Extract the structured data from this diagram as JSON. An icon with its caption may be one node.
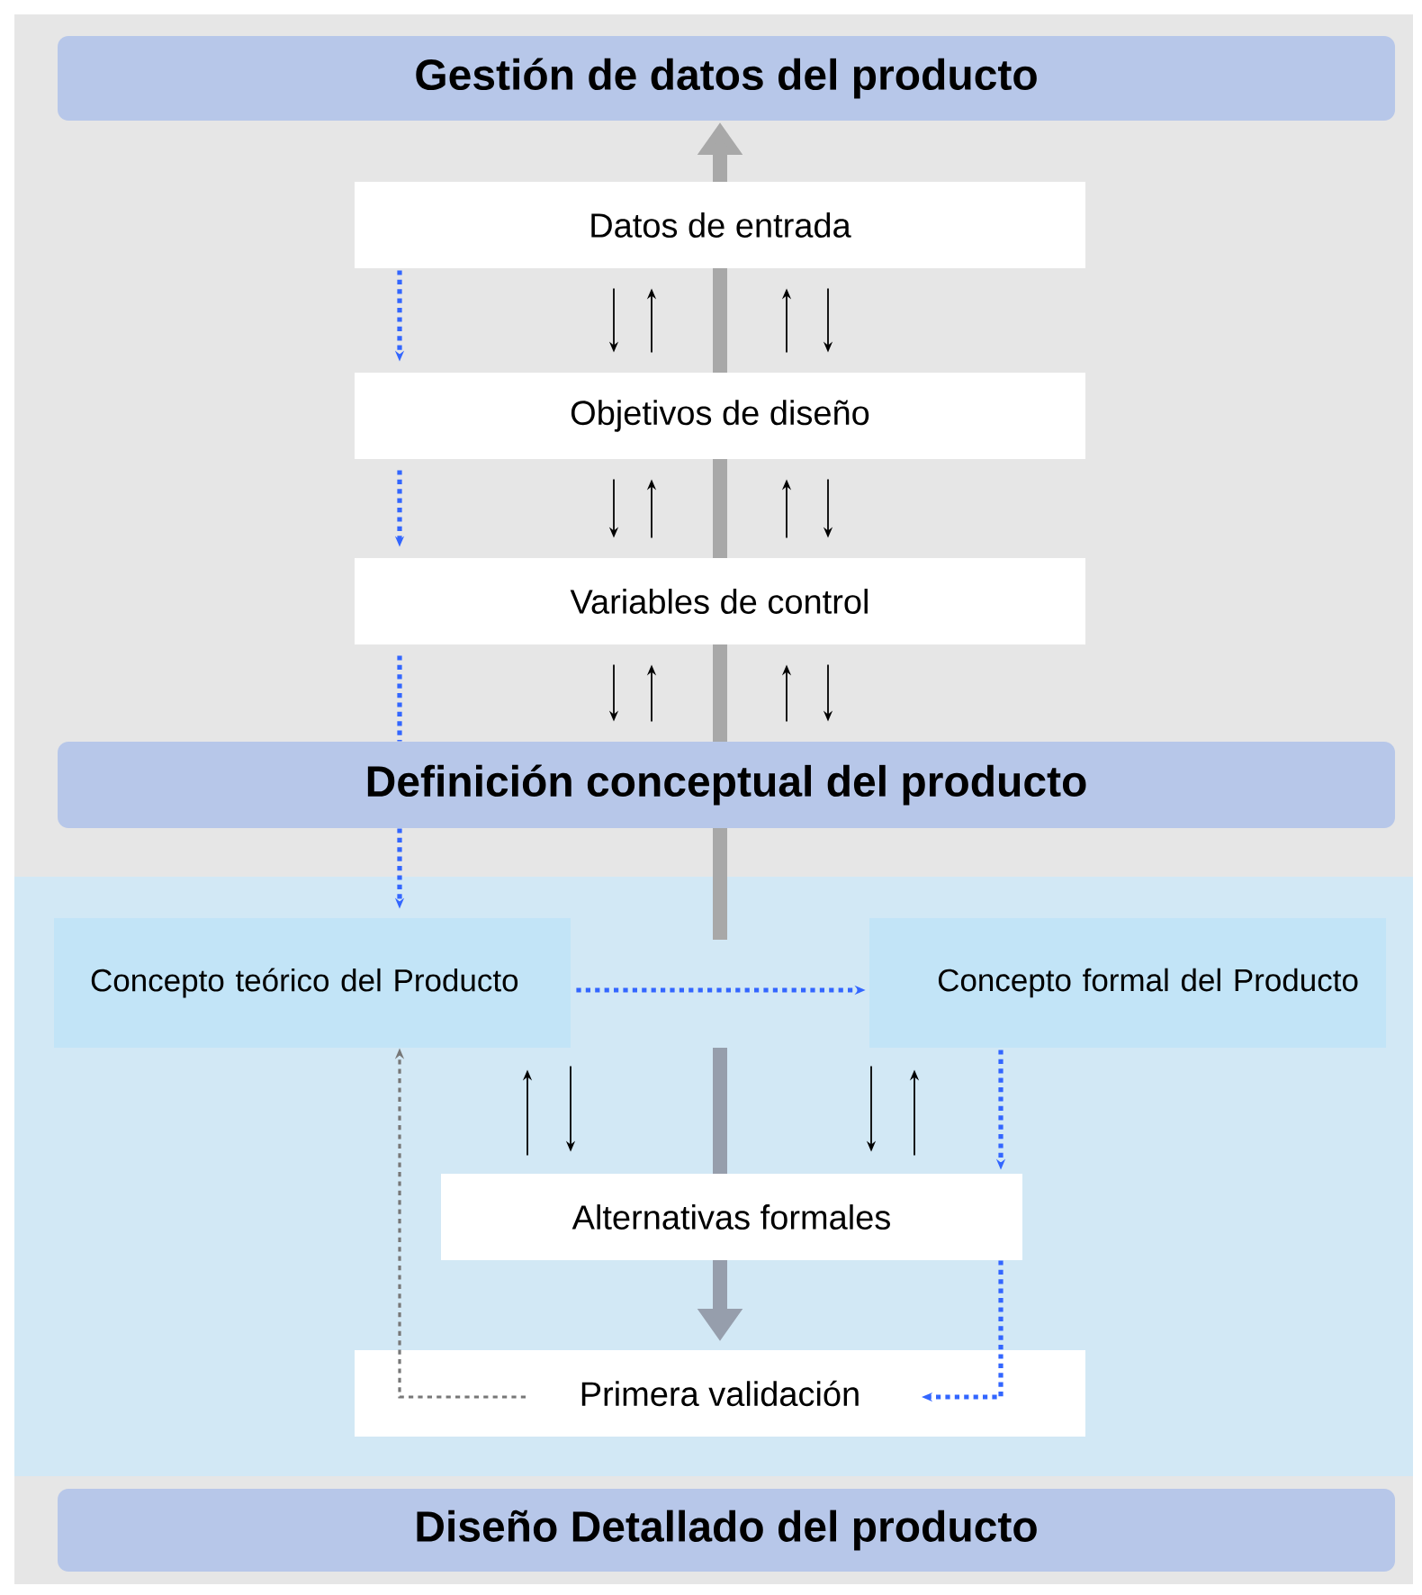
{
  "diagram": {
    "nodes": [
      {
        "text": [
          "Gestión de datos del producto"
        ]
      },
      {
        "text": [
          "Datos de entrada"
        ]
      },
      {
        "text": [
          "Objetivos de diseño"
        ]
      },
      {
        "text": [
          "Variables de control"
        ]
      },
      {
        "text": [
          "Definición conceptual del producto"
        ]
      },
      {
        "text": [
          "Concepto teórico del Producto"
        ]
      },
      {
        "text": [
          "Concepto formal del Producto"
        ]
      },
      {
        "text": [
          "Alternativas formales"
        ]
      },
      {
        "text": [
          "Primera validación"
        ]
      },
      {
        "text": [
          "Diseño Detallado del producto"
        ]
      }
    ],
    "edges": [
      {
        "from": 1,
        "to": 2,
        "arrow": "to",
        "style": "dashed",
        "color": "#3366ff"
      },
      {
        "from": 1,
        "to": 2,
        "arrow": "to"
      },
      {
        "from": 2,
        "to": 1,
        "arrow": "to"
      },
      {
        "from": 2,
        "to": 1,
        "arrow": "to"
      },
      {
        "from": 1,
        "to": 2,
        "arrow": "to"
      },
      {
        "from": 2,
        "to": 3,
        "arrow": "to",
        "style": "dashed",
        "color": "#3366ff"
      },
      {
        "from": 2,
        "to": 3,
        "arrow": "to"
      },
      {
        "from": 3,
        "to": 2,
        "arrow": "to"
      },
      {
        "from": 3,
        "to": 2,
        "arrow": "to"
      },
      {
        "from": 2,
        "to": 3,
        "arrow": "to"
      },
      {
        "from": 3,
        "to": 4,
        "arrow": "none",
        "style": "dashed",
        "color": "#3366ff"
      },
      {
        "from": 3,
        "to": 4,
        "arrow": "to"
      },
      {
        "from": 4,
        "to": 3,
        "arrow": "to"
      },
      {
        "from": 4,
        "to": 3,
        "arrow": "to"
      },
      {
        "from": 3,
        "to": 4,
        "arrow": "to"
      },
      {
        "from": 4,
        "to": 5,
        "arrow": "to",
        "style": "dashed",
        "color": "#3366ff"
      },
      {
        "from": 5,
        "to": 6,
        "arrow": "to",
        "style": "dashed",
        "color": "#3366ff"
      },
      {
        "from": 7,
        "to": 5,
        "arrow": "to"
      },
      {
        "from": 5,
        "to": 7,
        "arrow": "to"
      },
      {
        "from": 6,
        "to": 7,
        "arrow": "to"
      },
      {
        "from": 7,
        "to": 6,
        "arrow": "to"
      },
      {
        "from": 6,
        "to": 7,
        "arrow": "to",
        "style": "dashed",
        "color": "#3366ff"
      },
      {
        "from": 7,
        "to": 8,
        "arrow": "to",
        "style": "dashed",
        "color": "#3366ff"
      },
      {
        "from": 8,
        "to": 5,
        "arrow": "to",
        "style": "dashed",
        "color": "#777777"
      }
    ]
  }
}
